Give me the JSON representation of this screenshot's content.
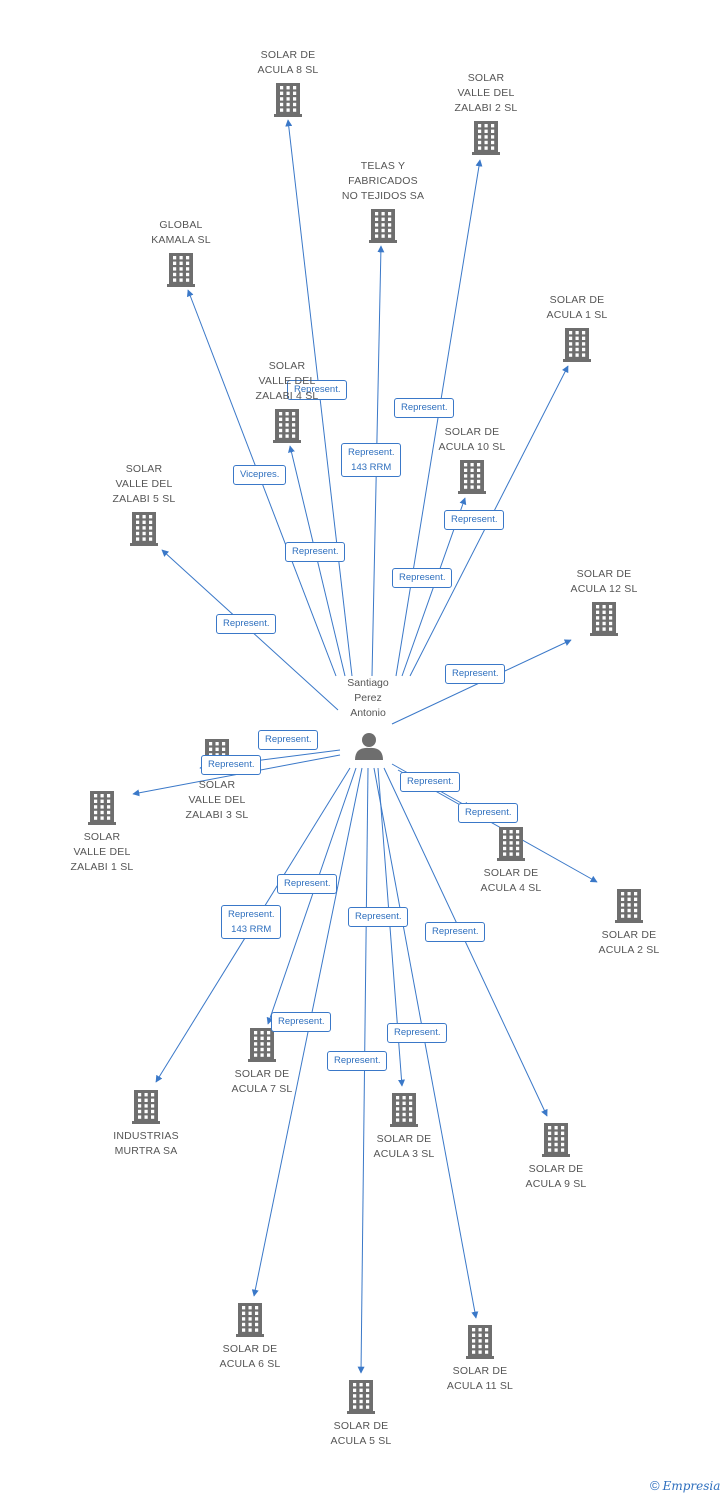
{
  "colors": {
    "edge": "#3a78c8",
    "node_icon": "#6e6e6e",
    "label_text": "#555555",
    "edge_label_text": "#2e6fbe"
  },
  "center": {
    "name_lines": [
      "Santiago",
      "Perez",
      "Antonio"
    ],
    "icon": "person-icon"
  },
  "nodes": [
    {
      "id": "n1",
      "lines": [
        "SOLAR DE",
        "ACULA 8 SL"
      ],
      "icon": "building-icon"
    },
    {
      "id": "n2",
      "lines": [
        "SOLAR",
        "VALLE DEL",
        "ZALABI 2 SL"
      ],
      "icon": "building-icon"
    },
    {
      "id": "n3",
      "lines": [
        "TELAS Y",
        "FABRICADOS",
        "NO TEJIDOS SA"
      ],
      "icon": "building-icon"
    },
    {
      "id": "n4",
      "lines": [
        "GLOBAL",
        "KAMALA SL"
      ],
      "icon": "building-icon"
    },
    {
      "id": "n5",
      "lines": [
        "SOLAR DE",
        "ACULA 1 SL"
      ],
      "icon": "building-icon"
    },
    {
      "id": "n6",
      "lines": [
        "SOLAR",
        "VALLE DEL",
        "ZALABI 4 SL"
      ],
      "icon": "building-icon"
    },
    {
      "id": "n7",
      "lines": [
        "SOLAR DE",
        "ACULA 10 SL"
      ],
      "icon": "building-icon"
    },
    {
      "id": "n8",
      "lines": [
        "SOLAR",
        "VALLE DEL",
        "ZALABI 5 SL"
      ],
      "icon": "building-icon"
    },
    {
      "id": "n9",
      "lines": [
        "SOLAR DE",
        "ACULA 12 SL"
      ],
      "icon": "building-icon"
    },
    {
      "id": "n10",
      "lines": [
        "SOLAR",
        "VALLE DEL",
        "ZALABI 3 SL"
      ],
      "icon": "building-icon"
    },
    {
      "id": "n11",
      "lines": [
        "SOLAR",
        "VALLE DEL",
        "ZALABI 1 SL"
      ],
      "icon": "building-icon"
    },
    {
      "id": "n12",
      "lines": [
        "SOLAR DE",
        "ACULA 4 SL"
      ],
      "icon": "building-icon"
    },
    {
      "id": "n13",
      "lines": [
        "SOLAR DE",
        "ACULA 2 SL"
      ],
      "icon": "building-icon"
    },
    {
      "id": "n14",
      "lines": [
        "SOLAR DE",
        "ACULA 7 SL"
      ],
      "icon": "building-icon"
    },
    {
      "id": "n15",
      "lines": [
        "INDUSTRIAS",
        "MURTRA SA"
      ],
      "icon": "building-icon"
    },
    {
      "id": "n16",
      "lines": [
        "SOLAR DE",
        "ACULA 3 SL"
      ],
      "icon": "building-icon"
    },
    {
      "id": "n17",
      "lines": [
        "SOLAR DE",
        "ACULA 9 SL"
      ],
      "icon": "building-icon"
    },
    {
      "id": "n18",
      "lines": [
        "SOLAR DE",
        "ACULA 6 SL"
      ],
      "icon": "building-icon"
    },
    {
      "id": "n19",
      "lines": [
        "SOLAR DE",
        "ACULA 11 SL"
      ],
      "icon": "building-icon"
    },
    {
      "id": "n20",
      "lines": [
        "SOLAR DE",
        "ACULA 5 SL"
      ],
      "icon": "building-icon"
    }
  ],
  "edges": [
    {
      "to": "n1",
      "lines": [
        "Represent."
      ]
    },
    {
      "to": "n2",
      "lines": [
        "Represent."
      ]
    },
    {
      "to": "n3",
      "lines": [
        "Represent.",
        "143 RRM"
      ]
    },
    {
      "to": "n4",
      "lines": [
        "Vicepres."
      ]
    },
    {
      "to": "n5",
      "lines": [
        "Represent."
      ]
    },
    {
      "to": "n6",
      "lines": [
        "Represent."
      ]
    },
    {
      "to": "n7",
      "lines": [
        "Represent."
      ]
    },
    {
      "to": "n8",
      "lines": [
        "Represent."
      ]
    },
    {
      "to": "n9",
      "lines": [
        "Represent."
      ]
    },
    {
      "to": "n10",
      "lines": [
        "Represent."
      ]
    },
    {
      "to": "n11",
      "lines": [
        "Represent."
      ]
    },
    {
      "to": "n12",
      "lines": [
        "Represent."
      ]
    },
    {
      "to": "n13",
      "lines": [
        "Represent."
      ]
    },
    {
      "to": "n14",
      "lines": [
        "Represent."
      ]
    },
    {
      "to": "n15",
      "lines": [
        "Represent.",
        "143 RRM"
      ]
    },
    {
      "to": "n16",
      "lines": [
        "Represent."
      ]
    },
    {
      "to": "n17",
      "lines": [
        "Represent."
      ]
    },
    {
      "to": "n18",
      "lines": [
        "Represent."
      ]
    },
    {
      "to": "n19",
      "lines": [
        "Represent."
      ]
    },
    {
      "to": "n20",
      "lines": [
        "Represent."
      ]
    }
  ],
  "footer": {
    "copyright": "©",
    "brand": "Empresia"
  }
}
